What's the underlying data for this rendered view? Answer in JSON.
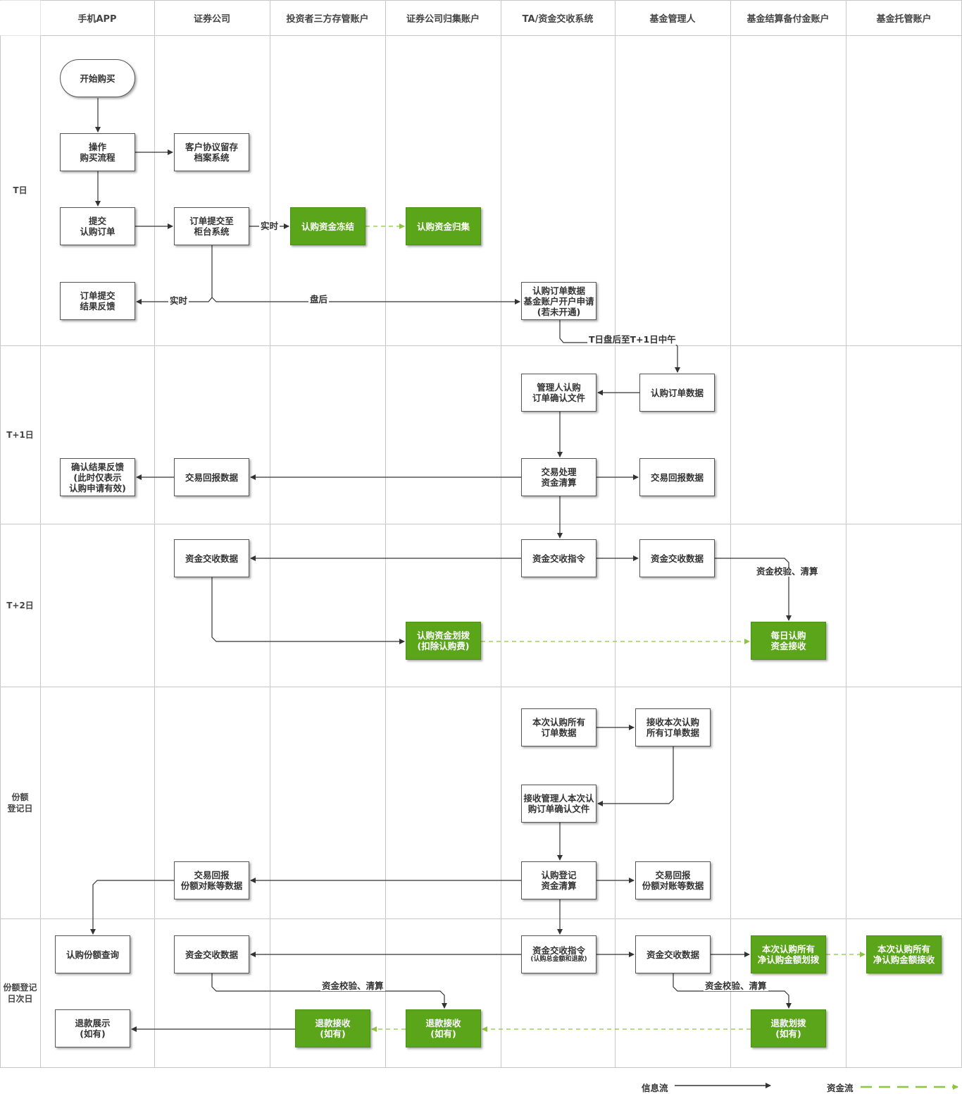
{
  "lanes": [
    "手机APP",
    "证券公司",
    "投资者三方存管账户",
    "证券公司归集账户",
    "TA/资金交收系统",
    "基金管理人",
    "基金结算备付金账户",
    "基金托管账户"
  ],
  "rows": [
    "T日",
    "T+1日",
    "T+2日",
    "份额\n登记日",
    "份额登记\n日次日"
  ],
  "nodes": {
    "start": "开始购买",
    "operate": "操作\n购买流程",
    "agreement": "客户协议留存\n档案系统",
    "submit": "提交\n认购订单",
    "counter": "订单提交至\n柜台系统",
    "freeze": "认购资金冻结",
    "collect": "认购资金归集",
    "feedback": "订单提交\n结果反馈",
    "order_data": "认购订单数据\n基金账户开户申请\n(若未开通)",
    "mgr_confirm": "管理人认购\n订单确认文件",
    "sub_order_data": "认购订单数据",
    "confirm_feedback": "确认结果反馈\n(此时仅表示\n认购申请有效)",
    "trade_report_t1": "交易回报数据",
    "processing": "交易处理\n资金清算",
    "trade_report_mgr_t1": "交易回报数据",
    "settle_data_t2": "资金交收数据",
    "settle_instr_t2": "资金交收指令",
    "settle_data_mgr_t2": "资金交收数据",
    "transfer_t2": "认购资金划拨\n(扣除认购费)",
    "daily_receive": "每日认购\n资金接收",
    "all_orders": "本次认购所有\n订单数据",
    "receive_all": "接收本次认购\n所有订单数据",
    "receive_confirm": "接收管理人本次认\n购订单确认文件",
    "report_recon_broker": "交易回报\n份额对账等数据",
    "reg_settle": "认购登记\n资金清算",
    "report_recon_mgr": "交易回报\n份额对账等数据",
    "share_query": "认购份额查询",
    "settle_data_broker_n": "资金交收数据",
    "settle_instr_n": "资金交收指令",
    "settle_instr_n_note": "(认购总金额和退款)",
    "settle_data_mgr_n": "资金交收数据",
    "net_transfer": "本次认购所有\n净认购金额划拨",
    "net_receive": "本次认购所有\n净认购金额接收",
    "refund_show": "退款展示\n(如有)",
    "refund_recv_investor": "退款接收\n(如有)",
    "refund_recv_collect": "退款接收\n(如有)",
    "refund_transfer": "退款划拨\n(如有)"
  },
  "labels": {
    "realtime_1": "实时",
    "realtime_2": "实时",
    "after_close": "盘后",
    "t_to_t1": "T日盘后至T+1日中午",
    "check_t2": "资金校验、清算",
    "check_n_left": "资金校验、清算",
    "check_n_right": "资金校验、清算"
  },
  "legend": {
    "info": "信息流",
    "fund": "资金流"
  },
  "colors": {
    "green": "#5aa51a",
    "fund_line": "#8cc63f",
    "line": "#333333",
    "grid": "#c8c8c8"
  }
}
